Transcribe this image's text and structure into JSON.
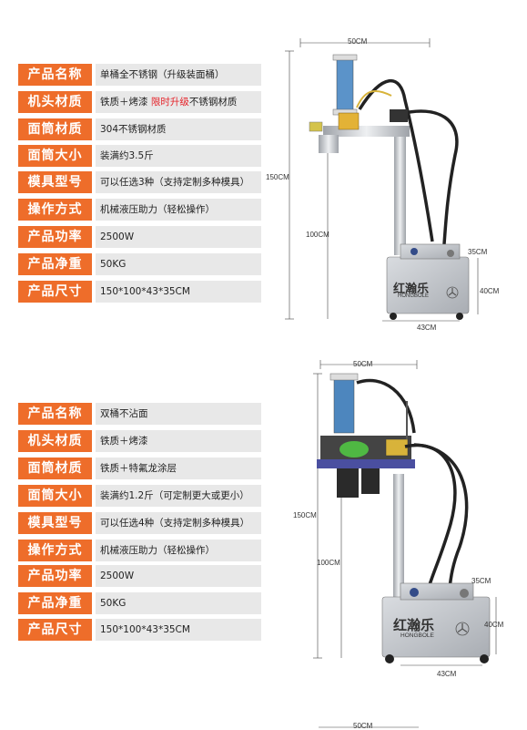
{
  "products": [
    {
      "specs": [
        {
          "label": "产品名称",
          "value": "单桶全不锈钢（升级装面桶）"
        },
        {
          "label": "机头材质",
          "value_pre": "铁质＋烤漆 ",
          "value_hl": "限时升级",
          "value_post": "不锈钢材质"
        },
        {
          "label": "面筒材质",
          "value": "304不锈钢材质"
        },
        {
          "label": "面筒大小",
          "value": "装满约3.5斤"
        },
        {
          "label": "模具型号",
          "value": "可以任选3种（支持定制多种模具）"
        },
        {
          "label": "操作方式",
          "value": "机械液压助力（轻松操作）"
        },
        {
          "label": "产品功率",
          "value": "2500W"
        },
        {
          "label": "产品净重",
          "value": "50KG"
        },
        {
          "label": "产品尺寸",
          "value": "150*100*43*35CM"
        }
      ],
      "dims": {
        "width": "50CM",
        "height": "150CM",
        "arm_height": "100CM",
        "box_depth": "35CM",
        "box_height": "40CM",
        "box_width": "43CM"
      },
      "brand": {
        "name": "红瀚乐",
        "sub": "HONGBOLE"
      }
    },
    {
      "specs": [
        {
          "label": "产品名称",
          "value": "双桶不沾面"
        },
        {
          "label": "机头材质",
          "value": "铁质＋烤漆"
        },
        {
          "label": "面筒材质",
          "value": "铁质＋特氟龙涂层"
        },
        {
          "label": "面筒大小",
          "value": "装满约1.2斤（可定制更大或更小）"
        },
        {
          "label": "模具型号",
          "value": "可以任选4种（支持定制多种模具）"
        },
        {
          "label": "操作方式",
          "value": "机械液压助力（轻松操作）"
        },
        {
          "label": "产品功率",
          "value": "2500W"
        },
        {
          "label": "产品净重",
          "value": "50KG"
        },
        {
          "label": "产品尺寸",
          "value": "150*100*43*35CM"
        }
      ],
      "dims": {
        "width": "50CM",
        "height": "150CM",
        "arm_height": "100CM",
        "box_depth": "35CM",
        "box_height": "40CM",
        "box_width": "43CM"
      },
      "brand": {
        "name": "红瀚乐",
        "sub": "HONGBOLE"
      }
    },
    {
      "dims": {
        "width": "50CM"
      }
    }
  ],
  "colors": {
    "label_bg": "#ee6d2a",
    "value_bg": "#e8e8e8",
    "highlight": "#e5232a",
    "steel": "#c9ccd1",
    "hose": "#222222"
  }
}
